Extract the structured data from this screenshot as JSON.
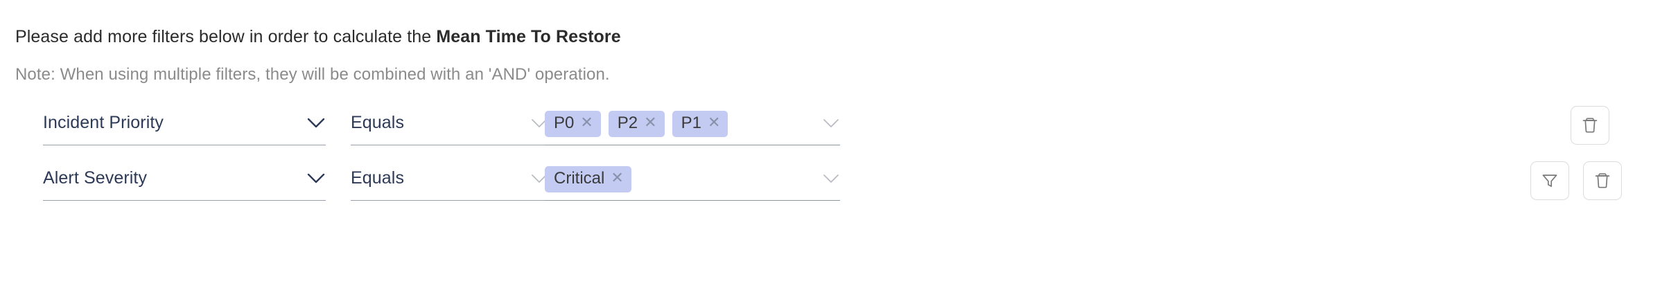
{
  "header": {
    "instruction_prefix": "Please add more filters below in order to calculate the ",
    "instruction_metric": "Mean Time To Restore",
    "note": "Note: When using multiple filters, they will be combined with an 'AND' operation."
  },
  "colors": {
    "chip_background": "#c3cbf2",
    "field_text": "#2d3a57",
    "note_text": "#8b8b8b",
    "underline": "#9aa0ab",
    "icon_stroke": "#7a7a7a",
    "button_border": "#dcdcdc"
  },
  "filters": [
    {
      "field": "Incident Priority",
      "field_chevron_icon": "chevron-down-icon",
      "operator": "Equals",
      "operator_chevron_icon": "chevron-down-icon",
      "values": [
        "P0",
        "P2",
        "P1"
      ],
      "value_chevron_icon": "chevron-down-icon",
      "remove_chip_icon": "close-icon",
      "actions": [
        {
          "icon": "trash-icon",
          "name": "delete-filter-button"
        }
      ]
    },
    {
      "field": "Alert Severity",
      "field_chevron_icon": "chevron-down-icon",
      "operator": "Equals",
      "operator_chevron_icon": "chevron-down-icon",
      "values": [
        "Critical"
      ],
      "value_chevron_icon": "chevron-down-icon",
      "remove_chip_icon": "close-icon",
      "actions": [
        {
          "icon": "funnel-icon",
          "name": "apply-filter-button"
        },
        {
          "icon": "trash-icon",
          "name": "delete-filter-button"
        }
      ]
    }
  ]
}
